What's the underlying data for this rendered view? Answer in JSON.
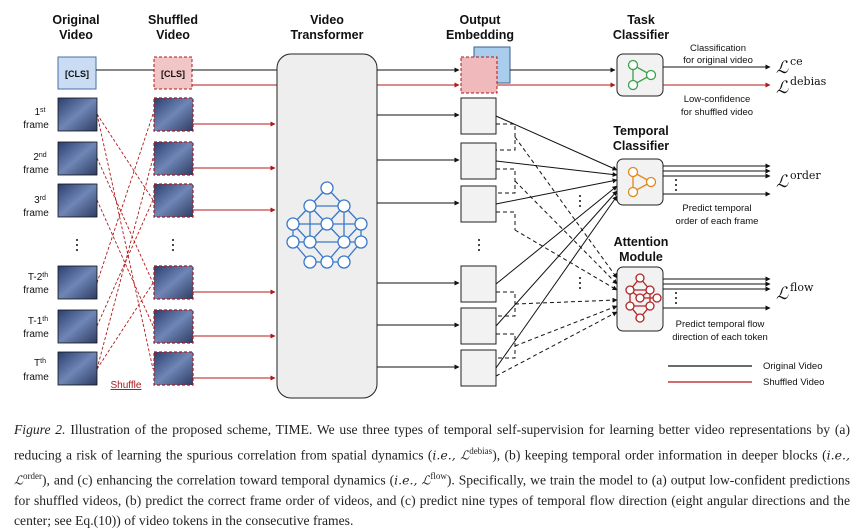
{
  "headers": {
    "original": [
      "Original",
      "Video"
    ],
    "shuffled": [
      "Shuffled",
      "Video"
    ],
    "transformer": [
      "Video",
      "Transformer"
    ],
    "embedding": [
      "Output",
      "Embedding"
    ],
    "task": [
      "Task",
      "Classifier"
    ],
    "temporal": [
      "Temporal",
      "Classifier"
    ],
    "attention": [
      "Attention",
      "Module"
    ]
  },
  "cls_token": "[CLS]",
  "frames": [
    {
      "label": "1",
      "sup": "st",
      "word": "frame"
    },
    {
      "label": "2",
      "sup": "nd",
      "word": "frame"
    },
    {
      "label": "3",
      "sup": "rd",
      "word": "frame"
    },
    {
      "label": "T-2",
      "sup": "th",
      "word": "frame"
    },
    {
      "label": "T-1",
      "sup": "th",
      "word": "frame"
    },
    {
      "label": "T",
      "sup": "th",
      "word": "frame"
    }
  ],
  "shuffle_label": "Shuffle",
  "annotations": {
    "classification": [
      "Classification",
      "for original video"
    ],
    "low_confidence": [
      "Low-confidence",
      "for shuffled video"
    ],
    "order": [
      "Predict temporal",
      "order of each frame"
    ],
    "flow": [
      "Predict temporal flow",
      "direction of each token"
    ]
  },
  "losses": {
    "ce": {
      "symbol": "ℒ",
      "sup": "ce"
    },
    "debias": {
      "symbol": "ℒ",
      "sup": "debias"
    },
    "order": {
      "symbol": "ℒ",
      "sup": "order"
    },
    "flow": {
      "symbol": "ℒ",
      "sup": "flow"
    }
  },
  "legend": {
    "original": "Original Video",
    "shuffled": "Shuffled Video"
  },
  "colors": {
    "original_line": "#111111",
    "shuffled_line": "#b01818",
    "cls_original_fill": "#c9dcf3",
    "cls_shuffled_fill": "#f2c6c6",
    "embed_original_fill": "#a9cdec",
    "embed_shuffled_fill": "#f0b9bb",
    "task_classifier_icon": "#3aa14a",
    "temporal_classifier_icon": "#e0881a",
    "attention_module_icon": "#b02525",
    "transformer_network": "#3a78c9"
  },
  "caption": {
    "fig_label": "Figure 2.",
    "t1": "Illustration of the proposed scheme, TIME. We use three types of temporal self-supervision for learning better video representations by (a) reducing a risk of learning the spurious correlation from spatial dynamics (",
    "ie1": "i.e.,",
    "m1": "ℒ",
    "m1sup": "debias",
    "t2": "), (b) keeping temporal order information in deeper blocks (",
    "ie2": "i.e.,",
    "m2": "ℒ",
    "m2sup": "order",
    "t3": "), and (c) enhancing the correlation toward temporal dynamics (",
    "ie3": "i.e.,",
    "m3": "ℒ",
    "m3sup": "flow",
    "t4": "). Specifically, we train the model to (a) output low-confident predictions for shuffled videos, (b) predict the correct frame order of videos, and (c) predict nine types of temporal flow direction (eight angular directions and the center; see Eq.(10)) of video tokens in the consecutive frames."
  }
}
